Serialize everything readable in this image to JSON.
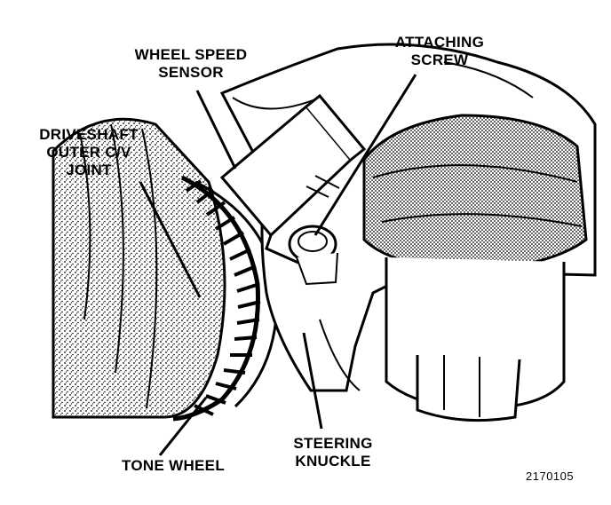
{
  "labels": {
    "wheel_speed_sensor": [
      "WHEEL SPEED",
      "SENSOR"
    ],
    "attaching_screw": [
      "ATTACHING",
      "SCREW"
    ],
    "driveshaft_joint": [
      "DRIVESHAFT",
      "OUTER C/V",
      "JOINT"
    ],
    "steering_knuckle": [
      "STEERING",
      "KNUCKLE"
    ],
    "tone_wheel": [
      "TONE WHEEL"
    ]
  },
  "figure_id": "2170105"
}
